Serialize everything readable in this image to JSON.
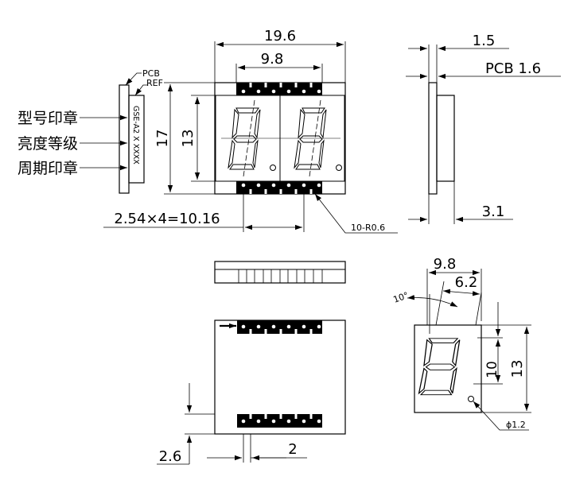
{
  "front_view": {
    "width_label": "19.6",
    "digit_span_label": "9.8",
    "height_label": "17",
    "inner_height_label": "13",
    "pitch_label": "2.54×4=10.16",
    "pad_callout": "10-R0.6"
  },
  "side_view": {
    "thickness_label": "1.5",
    "pcb_label": "PCB 1.6",
    "depth_label": "3.1"
  },
  "label_view": {
    "pcb_callout": "PCB",
    "ref_callout": "REF",
    "model_stamp_label": "型号印章",
    "brightness_label": "亮度等级",
    "date_stamp_label": "周期印章",
    "stamp_line1": "GSE-A2 X XXXX"
  },
  "digit_detail": {
    "width_label": "9.8",
    "segment_label": "6.2",
    "angle_label": "10°",
    "segment_height_label": "10",
    "digit_height_label": "13",
    "dp_label": "ϕ1.2"
  },
  "bottom_view": {
    "pin_offset_label": "2.6",
    "pin_pitch_label": "2"
  }
}
